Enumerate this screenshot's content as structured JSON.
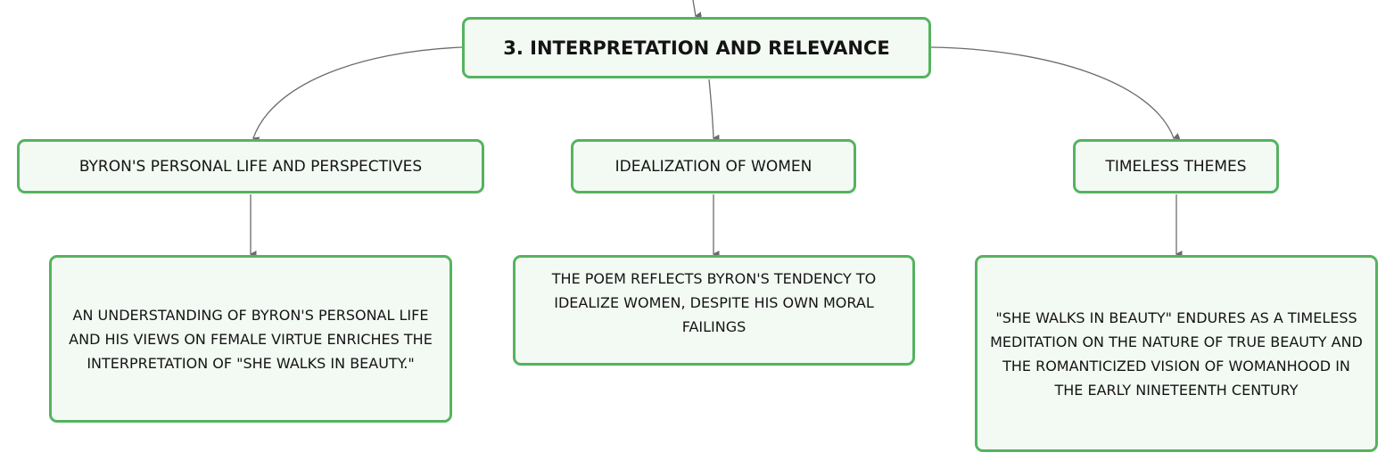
{
  "diagram": {
    "root": {
      "label": "3. INTERPRETATION AND RELEVANCE"
    },
    "branches": [
      {
        "label": "BYRON'S PERSONAL LIFE AND PERSPECTIVES",
        "detail": "AN UNDERSTANDING OF BYRON'S PERSONAL LIFE AND HIS VIEWS ON FEMALE VIRTUE ENRICHES THE INTERPRETATION OF \"SHE WALKS IN BEAUTY.\""
      },
      {
        "label": "IDEALIZATION OF WOMEN",
        "detail": "THE POEM REFLECTS BYRON'S TENDENCY TO IDEALIZE WOMEN, DESPITE HIS OWN MORAL FAILINGS"
      },
      {
        "label": "TIMELESS THEMES",
        "detail": "\"SHE WALKS IN BEAUTY\" ENDURES AS A TIMELESS MEDITATION ON THE NATURE OF TRUE BEAUTY AND THE ROMANTICIZED VISION OF WOMANHOOD IN THE EARLY NINETEENTH CENTURY"
      }
    ]
  },
  "colors": {
    "node_border": "#55b35f",
    "node_fill": "#f3faf4",
    "connector": "#6b6b6b"
  }
}
